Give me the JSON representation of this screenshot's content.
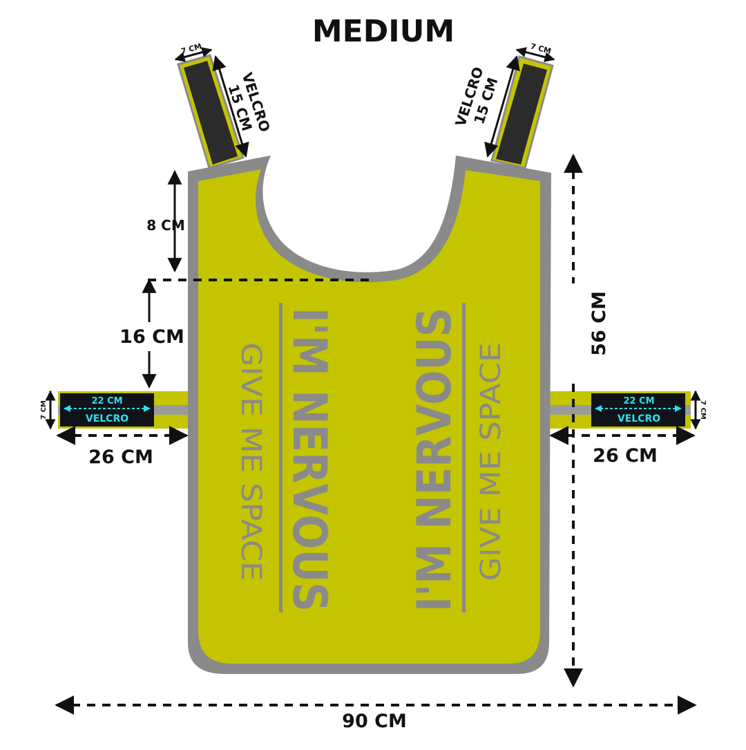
{
  "title": "MEDIUM",
  "colors": {
    "vest": "#c4c400",
    "trim": "#8a8a8a",
    "velcro": "#2b2b2b",
    "velcro_label": "#2ee0f0",
    "dimension": "#111111"
  },
  "vest_text": {
    "left_main": "I'M NERVOUS",
    "left_sub": "GIVE ME SPACE",
    "right_main": "I'M NERVOUS",
    "right_sub": "GIVE ME SPACE"
  },
  "shoulder_straps": {
    "left": {
      "width_label": "7 CM",
      "velcro_label": "VELCRO",
      "velcro_length": "15 CM"
    },
    "right": {
      "width_label": "7 CM",
      "velcro_label": "VELCRO",
      "velcro_length": "15 CM"
    }
  },
  "side_straps": {
    "left": {
      "height_label": "7 CM",
      "velcro_length": "22 CM",
      "velcro_label": "VELCRO",
      "length_label": "26 CM"
    },
    "right": {
      "height_label": "7 CM",
      "velcro_length": "22 CM",
      "velcro_label": "VELCRO",
      "length_label": "26 CM"
    }
  },
  "dimensions": {
    "neck_depth": "8 CM",
    "strap_offset": "16 CM",
    "total_height": "56 CM",
    "total_width": "90 CM"
  }
}
